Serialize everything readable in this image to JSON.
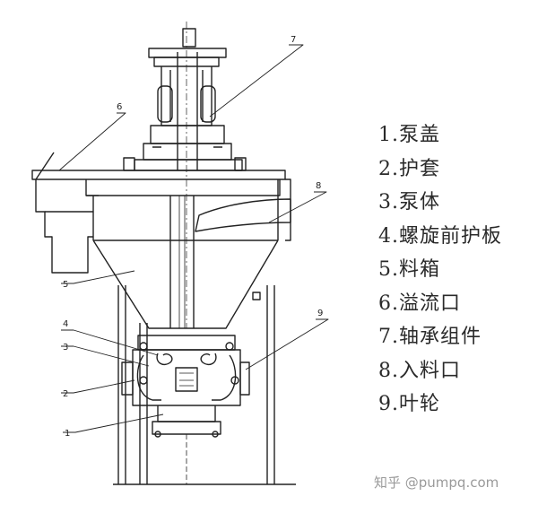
{
  "legend": [
    "1.泵盖",
    "2.护套",
    "3.泵体",
    "4.螺旋前护板",
    "5.料箱",
    "6.溢流口",
    "7.轴承组件",
    "8.入料口",
    "9.叶轮"
  ],
  "callouts": [
    "1",
    "2",
    "3",
    "4",
    "5",
    "6",
    "7",
    "8",
    "9"
  ],
  "watermark": "知乎 @pumpq.com"
}
